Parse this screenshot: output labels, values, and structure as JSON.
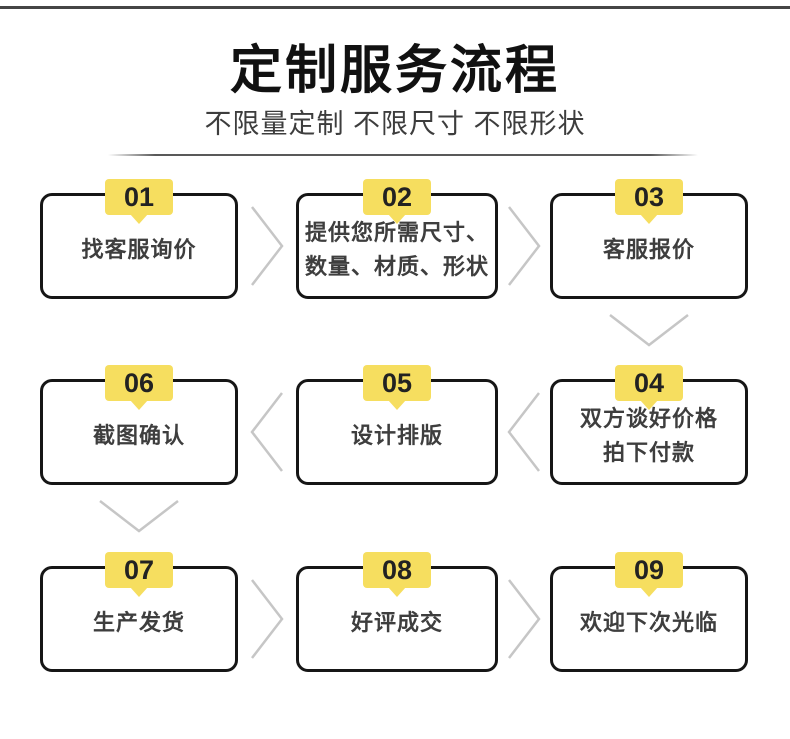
{
  "header": {
    "title": "定制服务流程",
    "subtitle": "不限量定制 不限尺寸 不限形状"
  },
  "steps": [
    {
      "number": "01",
      "label": "找客服询价"
    },
    {
      "number": "02",
      "label": "提供您所需尺寸、\n数量、材质、形状"
    },
    {
      "number": "03",
      "label": "客服报价"
    },
    {
      "number": "04",
      "label": "双方谈好价格\n拍下付款"
    },
    {
      "number": "05",
      "label": "设计排版"
    },
    {
      "number": "06",
      "label": "截图确认"
    },
    {
      "number": "07",
      "label": "生产发货"
    },
    {
      "number": "08",
      "label": "好评成交"
    },
    {
      "number": "09",
      "label": "欢迎下次光临"
    }
  ],
  "flow_order": [
    "01",
    "02",
    "03",
    "04",
    "05",
    "06",
    "07",
    "08",
    "09"
  ],
  "colors": {
    "badge_yellow": "#f6de5f",
    "box_border": "#161616",
    "arrow_gray": "#c6c6c6",
    "text_dark": "#3e3e3e",
    "title_color": "#111111",
    "subtitle_color": "#3d3d3d",
    "rule_dark": "#454545"
  }
}
